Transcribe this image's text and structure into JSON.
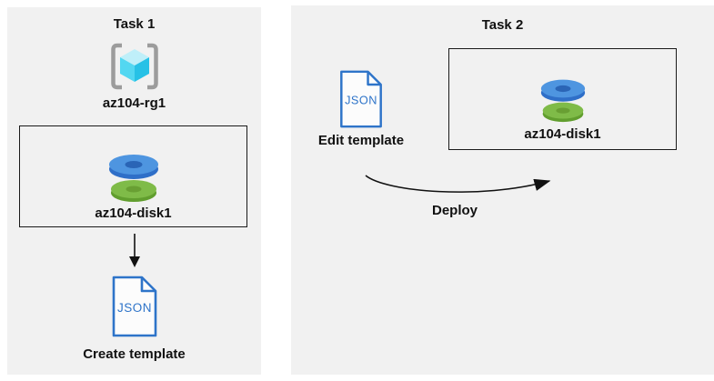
{
  "diagram": {
    "task1": {
      "title": "Task 1",
      "resource_group": {
        "label": "az104-rg1",
        "icon": "resource-group-icon"
      },
      "disk": {
        "label": "az104-disk1",
        "icon": "managed-disk-icon"
      },
      "json_file": {
        "label": "JSON",
        "icon": "json-file-icon"
      },
      "caption": "Create template",
      "arrow": "down-arrow"
    },
    "task2": {
      "title": "Task 2",
      "json_file": {
        "label": "JSON",
        "icon": "json-file-icon"
      },
      "json_caption": "Edit template",
      "disk": {
        "label": "az104-disk1",
        "icon": "managed-disk-icon"
      },
      "arrow_label": "Deploy",
      "arrow": "curved-right-arrow"
    },
    "colors": {
      "page_background": "#ffffff",
      "panel_background": "#f1f1f1",
      "box_border": "#1a1a1a",
      "json_icon_blue": "#2e74c9",
      "disk_blue_top": "#4e95e0",
      "disk_blue_rim": "#2f6fc8",
      "disk_blue_hole": "#2a65b6",
      "disk_green_top": "#7fbb48",
      "disk_green_rim": "#619e2e",
      "disk_green_hole": "#699f33",
      "cube_cyan_top": "#bfeff9",
      "cube_cyan_left": "#53d7f1",
      "cube_cyan_right": "#27c1e6",
      "bracket_gray": "#9c9c9c",
      "arrow_color": "#111111",
      "text_color": "#111111"
    }
  }
}
